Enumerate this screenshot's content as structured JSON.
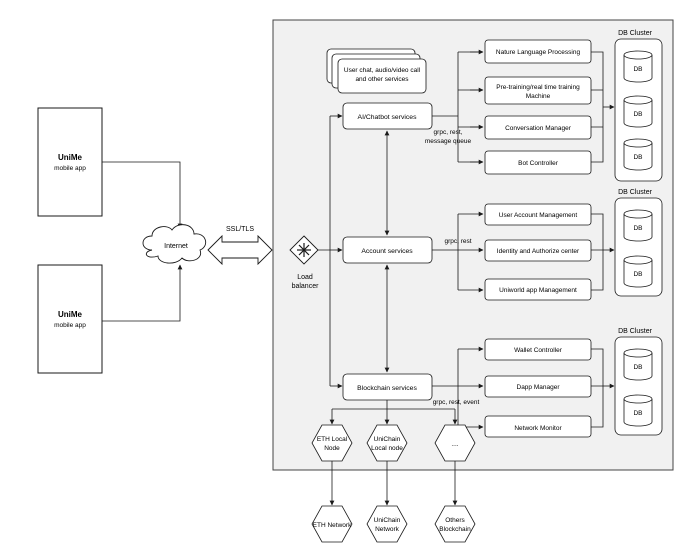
{
  "phones": [
    {
      "title": "UniMe",
      "subtitle": "mobile app"
    },
    {
      "title": "UniMe",
      "subtitle": "mobile app"
    }
  ],
  "internet": {
    "label": "Internet"
  },
  "ssl": {
    "label": "SSL/TLS"
  },
  "load_balancer": {
    "line1": "Load",
    "line2": "balancer"
  },
  "chat_stack": {
    "line1": "User chat, audio/video call",
    "line2": "and other services"
  },
  "services": {
    "ai": "AI/Chatbot services",
    "account": "Account services",
    "blockchain": "Blockchain services"
  },
  "ai_modules": {
    "nlp": "Nature Language Processing",
    "pretrain_line1": "Pre-training/real time training",
    "pretrain_line2": "Machine",
    "conversation": "Conversation Manager",
    "bot": "Bot Controller"
  },
  "account_modules": {
    "user_account": "User Account Management",
    "identity": "Identity and Authorize center",
    "uniworld": "Uniworld app Management"
  },
  "blockchain_modules": {
    "wallet": "Wallet Controller",
    "dapp": "Dapp Manager",
    "network_monitor": "Network Monitor"
  },
  "protocols": {
    "ai_line1": "grpc, rest,",
    "ai_line2": "message queue",
    "account": "grpc, rest",
    "blockchain": "grpc, rest, event"
  },
  "db_clusters": [
    {
      "title": "DB Cluster",
      "dbs": [
        "DB",
        "DB",
        "DB"
      ]
    },
    {
      "title": "DB Cluster",
      "dbs": [
        "DB",
        "DB"
      ]
    },
    {
      "title": "DB Cluster",
      "dbs": [
        "DB",
        "DB"
      ]
    }
  ],
  "nodes": {
    "eth_line1": "ETH Local",
    "eth_line2": "Node",
    "unichain_line1": "UniChain",
    "unichain_line2": "Local node",
    "other": "....",
    "eth_network": "ETH Network",
    "unichain_net_line1": "UniChain",
    "unichain_net_line2": "Network",
    "others_line1": "Others",
    "others_line2": "Blockchain"
  },
  "colors": {
    "container_fill": "#f1f1f1",
    "stroke": "#1a1a1a",
    "box_fill": "#ffffff"
  }
}
